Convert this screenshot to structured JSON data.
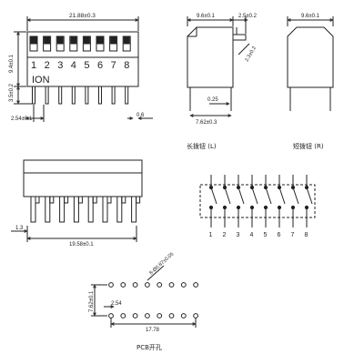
{
  "top_view": {
    "dim_width": "21.88±0.3",
    "dim_height": "9.4±0.1",
    "dim_pin_len": "3.5±0.2",
    "dim_pitch": "2.54±0.1",
    "dim_pin_w": "0.6",
    "numbers": [
      "1",
      "2",
      "3",
      "4",
      "5",
      "6",
      "7",
      "8"
    ],
    "on_label": "ION"
  },
  "side_long": {
    "dim_top": "9.6±0.1",
    "dim_act": "2.5±0.2",
    "dim_act_h": "2.3±0.2",
    "dim_pin": "0.25",
    "dim_row": "7.62±0.3",
    "caption": "长拨钮 (L)"
  },
  "side_short": {
    "dim_top": "9.6±0.1",
    "caption": "短拨钮 (R)"
  },
  "front_view": {
    "dim_offset": "1.3",
    "dim_span": "19.58±0.1"
  },
  "schematic": {
    "numbers": [
      "1",
      "2",
      "3",
      "4",
      "5",
      "6",
      "7",
      "8"
    ]
  },
  "pcb": {
    "dim_hole": "8-Ø0.87±0.05",
    "dim_row": "7.62±0.1",
    "dim_pitch": "2.54",
    "dim_span": "17.78",
    "caption": "PCB开孔"
  }
}
